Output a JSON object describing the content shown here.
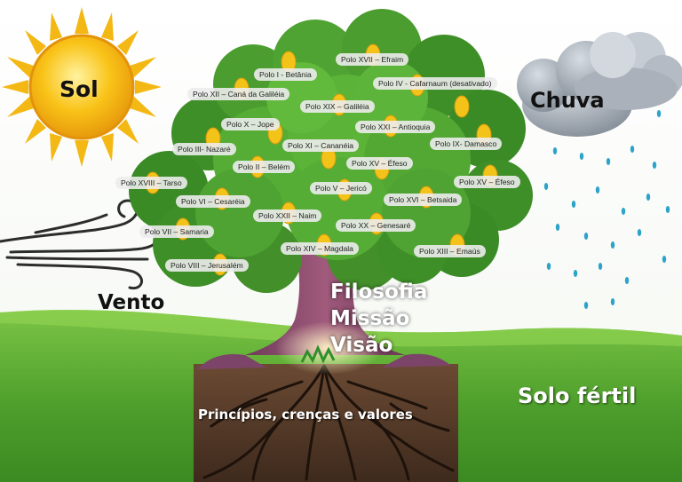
{
  "elements": {
    "sol": "Sol",
    "chuva": "Chuva",
    "vento": "Vento",
    "solo": "Solo fértil"
  },
  "trunk_words": [
    "Filosofia",
    "Missão",
    "Visão"
  ],
  "roots": "Princípios, crenças e valores",
  "polos": [
    "Polo I - Betânia",
    "Polo II – Belém",
    "Polo III- Nazaré",
    "Polo IV - Cafarnaum (desativado)",
    "Polo V – Jericó",
    "Polo VI – Cesaréia",
    "Polo VII – Samaria",
    "Polo VIII – Jerusalém",
    "Polo IX- Damasco",
    "Polo X – Jope",
    "Polo XI – Cananéia",
    "Polo XII – Caná da Galiléia",
    "Polo XIII – Emaús",
    "Polo XIV – Magdala",
    "Polo XV – Éfeso",
    "Polo XV – Éfeso",
    "Polo XVI – Betsaida",
    "Polo XVII – Efraim",
    "Polo XVIII – Tarso",
    "Polo XIX – Galiléia",
    "Polo XX – Genesaré",
    "Polo XXI – Antioquia",
    "Polo XXII – Naim"
  ],
  "colors": {
    "sun": "#f7c21a",
    "leaves": "#3f9a2a",
    "grass": "#5fb134",
    "soil": "#5a3a26",
    "trunk": "#8a4a6e",
    "cloud": "#9aa3ad",
    "rain": "#2fa0c8"
  }
}
